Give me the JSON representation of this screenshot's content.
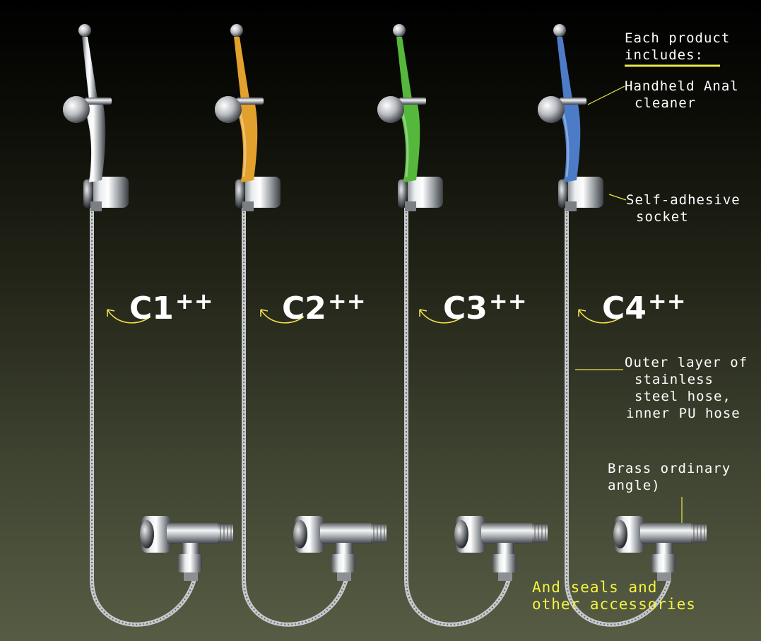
{
  "models": [
    {
      "name": "C1",
      "suffix": "++",
      "body_color": "#d9dcde"
    },
    {
      "name": "C2",
      "suffix": "++",
      "body_color": "#e2a12c"
    },
    {
      "name": "C3",
      "suffix": "++",
      "body_color": "#55b83c"
    },
    {
      "name": "C4",
      "suffix": "++",
      "body_color": "#4c7cc8"
    }
  ],
  "labels": {
    "includes_line1": "Each product",
    "includes_line2": "includes:",
    "cleaner_line1": "Handheld Anal",
    "cleaner_line2": "cleaner",
    "socket_line1": "Self-adhesive",
    "socket_line2": "socket",
    "hose_line1": "Outer layer of",
    "hose_line2": "stainless",
    "hose_line3": "steel hose,",
    "hose_line4": "inner PU hose",
    "valve_line1": "Brass  ordinary",
    "valve_line2": "angle)",
    "acc_line1": "And seals and",
    "acc_line2": "other accessories"
  },
  "colors": {
    "annotation_line": "#e9e64a",
    "accessories_text": "#f4f440",
    "arrow": "#f0e24c"
  }
}
